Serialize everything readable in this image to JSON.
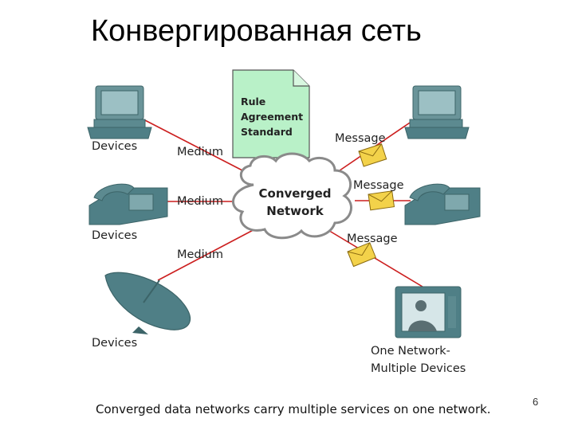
{
  "title": "Конвергированная сеть",
  "note": {
    "lines": [
      "Rule",
      "Agreement",
      "Standard"
    ]
  },
  "cloud": {
    "line1": "Converged",
    "line2": "Network"
  },
  "labels": {
    "devices_1": "Devices",
    "devices_2": "Devices",
    "devices_3": "Devices",
    "medium_1": "Medium",
    "medium_2": "Medium",
    "medium_3": "Medium",
    "message_1": "Message",
    "message_2": "Message",
    "message_3": "Message",
    "one_network_line1": "One Network-",
    "one_network_line2": "Multiple Devices"
  },
  "caption": "Converged data networks carry multiple services on one network.",
  "page_number": "6",
  "colors": {
    "link": "#cc1f1f",
    "device": "#4f7f86",
    "cloud": "#ffffff",
    "note": "#b9f1c8",
    "envelope": "#f3d24a"
  },
  "icons": [
    "desktop-computer-icon",
    "telephone-icon",
    "satellite-dish-icon",
    "video-monitor-icon",
    "envelope-icon",
    "cloud-icon",
    "document-icon"
  ]
}
